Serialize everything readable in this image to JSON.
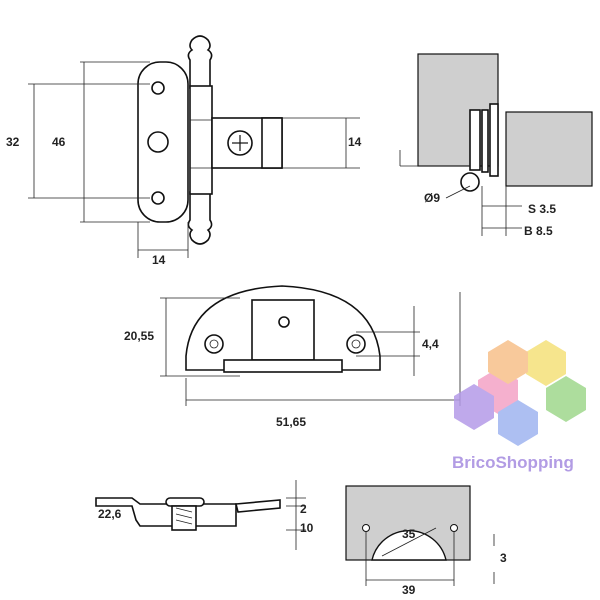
{
  "views": {
    "front": {
      "height_outer": "32",
      "height_inner": "46",
      "width_plate": "14",
      "height_pin": "14"
    },
    "side": {
      "pin_diameter": "Ø9",
      "spacing_s": "S 3.5",
      "spacing_b": "B 8.5"
    },
    "plan": {
      "height": "20,55",
      "hole_offset": "4,4",
      "width": "51,65"
    },
    "section": {
      "overall": "22,6",
      "depth_top": "2",
      "depth_bottom": "10"
    },
    "drilling": {
      "cup_diameter": "35",
      "hole_spacing": "39",
      "edge_offset": "3"
    }
  },
  "watermark": {
    "brand": "BricoShopping",
    "colors": [
      "#f4a3c6",
      "#f5e17a",
      "#9fd88c",
      "#9fb4f0",
      "#b49be8",
      "#f7c08a"
    ]
  }
}
